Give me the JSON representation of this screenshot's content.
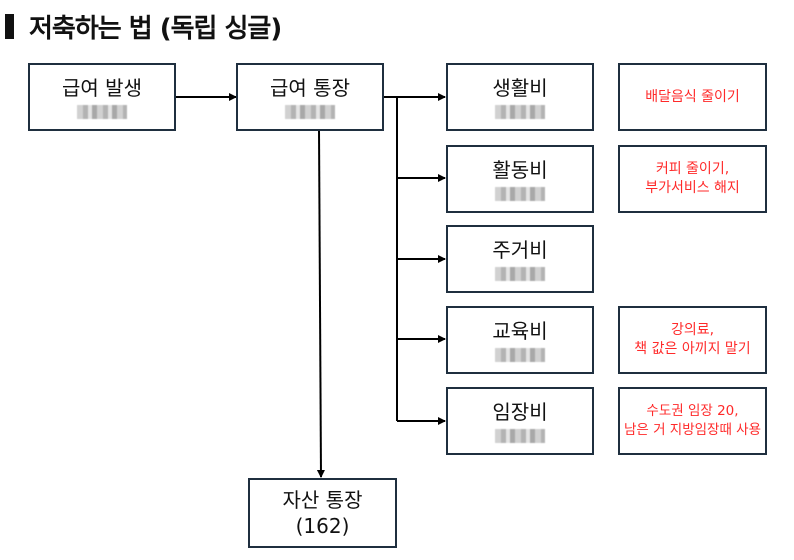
{
  "title": "저축하는 법 (독립 싱글)",
  "nodes": {
    "salary_event": {
      "label": "급여 발생"
    },
    "salary_account": {
      "label": "급여 통장"
    },
    "asset_account": {
      "label": "자산 통장",
      "amount": "(162)"
    },
    "categories": [
      {
        "label": "생활비",
        "note": "배달음식 줄이기"
      },
      {
        "label": "활동비",
        "note": "커피 줄이기,\n부가서비스 해지"
      },
      {
        "label": "주거비",
        "note": null
      },
      {
        "label": "교육비",
        "note": "강의료,\n책 값은 아끼지 말기"
      },
      {
        "label": "임장비",
        "note": "수도권 임장 20,\n남은 거 지방임장때 사용"
      }
    ]
  },
  "colors": {
    "box_border": "#1f2f3f",
    "note_text": "#ff2a2a",
    "line": "#000000"
  }
}
